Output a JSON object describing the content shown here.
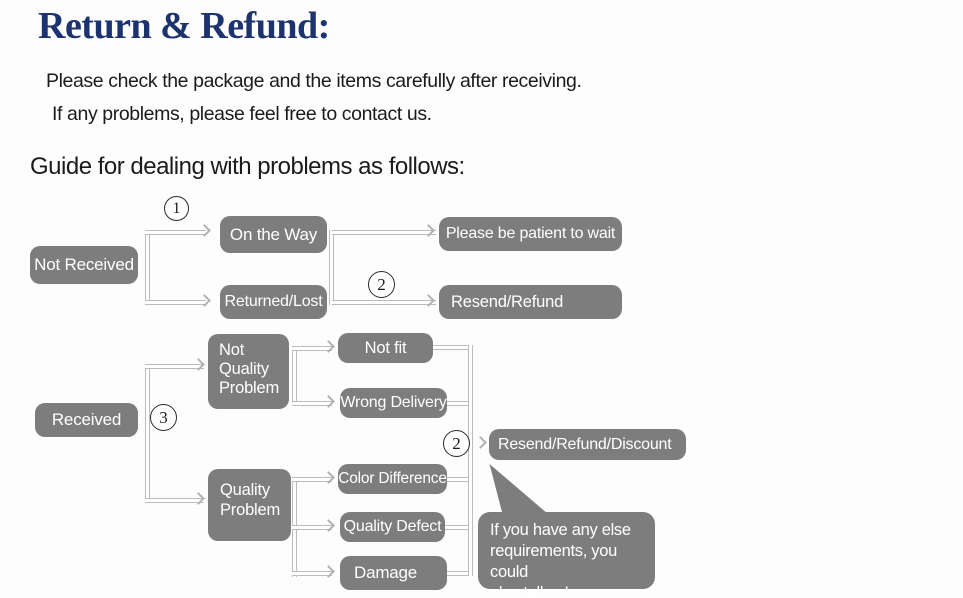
{
  "header": {
    "title": "Return & Refund:",
    "intro_line1": "Please check the package and the items carefully after receiving.",
    "intro_line2": "If any problems, please feel free to contact us.",
    "guide_heading": "Guide for dealing with problems as follows:"
  },
  "colors": {
    "title_navy": "#1d3370",
    "box_gray": "#7d7d7d",
    "box_text": "#ffffff",
    "connector_gray": "#bcbcbc",
    "body_text": "#1b1b1b"
  },
  "flow": {
    "badges": {
      "step1": "1",
      "step2_top": "2",
      "step3": "3",
      "step2_bottom": "2"
    },
    "nodes": {
      "not_received": "Not Received",
      "on_the_way": "On the Way",
      "returned_lost": "Returned/Lost",
      "be_patient": "Please be patient to wait",
      "resend_refund": "Resend/Refund",
      "received": "Received",
      "not_quality_problem": "Not Quality Problem",
      "not_fit": "Not fit",
      "wrong_delivery": "Wrong Delivery",
      "quality_problem": "Quality Problem",
      "color_difference": "Color Difference",
      "quality_defect": "Quality Defect",
      "damage": "Damage",
      "resend_refund_discount": "Resend/Refund/Discount"
    },
    "bubble_lines": {
      "l1": "If you have any else",
      "l2": "requirements, you could",
      "l3": "also tell us!"
    }
  }
}
